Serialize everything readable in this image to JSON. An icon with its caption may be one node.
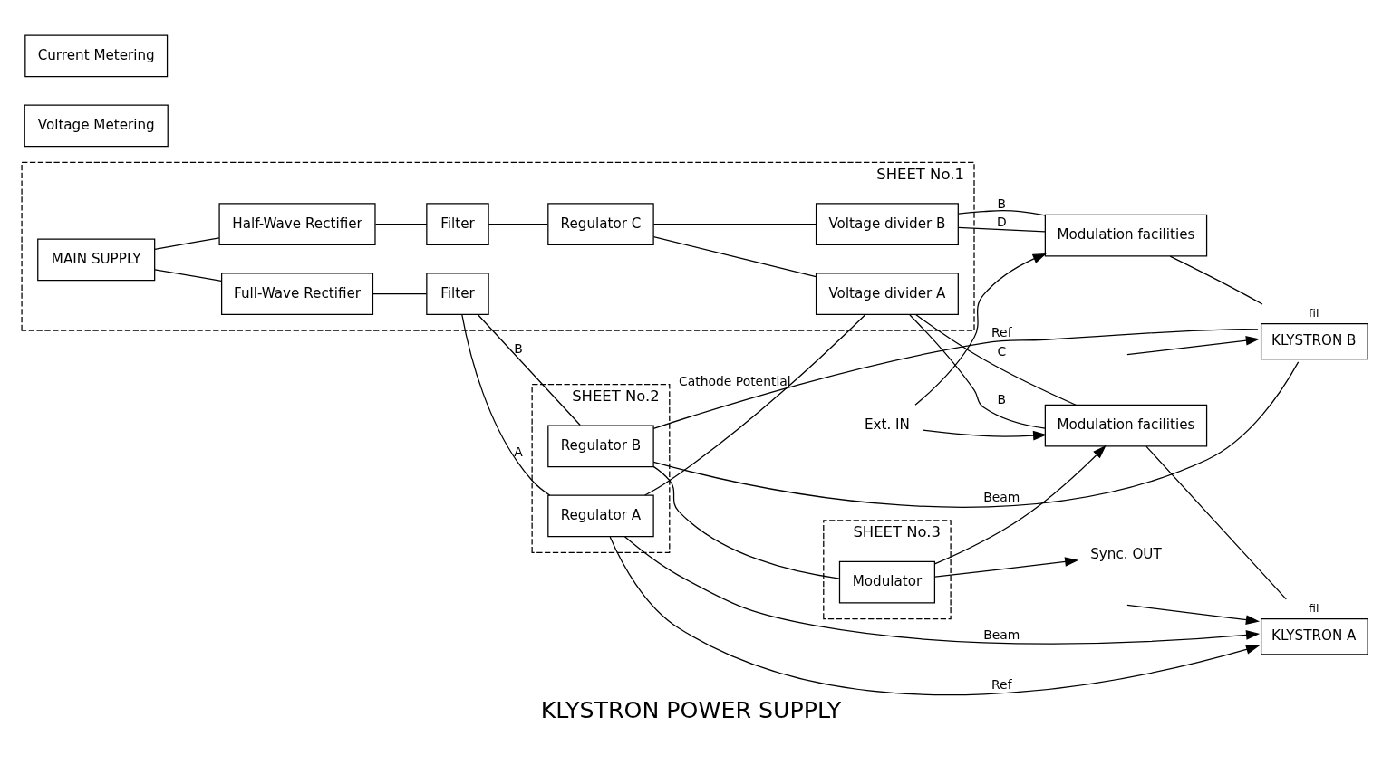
{
  "diagram": {
    "title": "KLYSTRON POWER SUPPLY",
    "nodes": [
      {
        "text": [
          "SHEET No.1"
        ]
      },
      {
        "text": [
          "MAIN SUPPLY"
        ],
        "in": 0
      },
      {
        "text": [
          "Full-Wave Rectifier"
        ],
        "in": 0
      },
      {
        "text": [
          "Filter"
        ],
        "in": 0
      },
      {
        "text": [
          "Half-Wave Rectifier"
        ],
        "in": 0
      },
      {
        "text": [
          "Filter"
        ],
        "in": 0
      },
      {
        "text": [
          "Regulator C"
        ],
        "in": 0
      },
      {
        "text": [
          "Voltage divider A"
        ],
        "in": 0
      },
      {
        "text": [
          "Voltage divider B"
        ],
        "in": 0
      },
      {
        "text": [
          "SHEET No.2"
        ]
      },
      {
        "text": [
          "Regulator A"
        ],
        "in": 9
      },
      {
        "text": [
          "Regulator B"
        ],
        "in": 9
      },
      {
        "text": [
          "SHEET No.3"
        ]
      },
      {
        "text": [
          "Modulator"
        ],
        "in": 12
      },
      {
        "text": [
          "Modulation facilities"
        ]
      },
      {
        "text": [
          "Modulation facilities"
        ]
      },
      {
        "text": [
          "KLYSTRON A"
        ],
        "beside": [
          "fil"
        ]
      },
      {
        "text": [
          "KLYSTRON B"
        ],
        "beside": [
          "fil"
        ]
      },
      {
        "text": [
          "Voltage Metering"
        ]
      },
      {
        "text": [
          "Current Metering"
        ]
      },
      {
        "text": [
          "Ext. IN"
        ]
      },
      {
        "text": [
          "Sync. OUT"
        ]
      }
    ],
    "edges": [
      {
        "from": 1,
        "to": 2,
        "arrow": "none"
      },
      {
        "from": 1,
        "to": 4,
        "arrow": "none"
      },
      {
        "from": 2,
        "to": 3,
        "arrow": "none"
      },
      {
        "from": 4,
        "to": 5,
        "arrow": "none"
      },
      {
        "from": 5,
        "to": 6,
        "arrow": "none"
      },
      {
        "from": 3,
        "to": 10,
        "label": "A",
        "arrow": "none"
      },
      {
        "from": 3,
        "to": 11,
        "label": "B",
        "arrow": "none"
      },
      {
        "from": 10,
        "to": 16,
        "label": "Beam",
        "arrow": "to"
      },
      {
        "from": 10,
        "to": 16,
        "label": "Ref",
        "arrow": "to"
      },
      {
        "from": 11,
        "to": 17,
        "label": "Beam",
        "arrow": "none"
      },
      {
        "from": 11,
        "to": 17,
        "label": "Ref",
        "arrow": "none"
      },
      {
        "from": 10,
        "to": 7,
        "label": "Cathode Potential",
        "arrow": "none"
      },
      {
        "from": 6,
        "to": 7,
        "arrow": "none"
      },
      {
        "from": 6,
        "to": 8,
        "arrow": "none"
      },
      {
        "from": 7,
        "to": 14,
        "label": "B",
        "arrow": "none"
      },
      {
        "from": 7,
        "to": 14,
        "label": "C",
        "arrow": "none"
      },
      {
        "from": 8,
        "to": 15,
        "label": "B",
        "arrow": "none"
      },
      {
        "from": 8,
        "to": 15,
        "label": "D",
        "arrow": "none"
      },
      {
        "from": 11,
        "to": 13,
        "arrow": "none"
      },
      {
        "from": 13,
        "to": 14,
        "arrow": "to"
      },
      {
        "from": 14,
        "to": 16,
        "arrow": "none"
      },
      {
        "from": 15,
        "to": 17,
        "arrow": "none"
      },
      {
        "from": 13,
        "to": 21,
        "arrow": "to"
      },
      {
        "from": 20,
        "to": 14,
        "arrow": "to"
      },
      {
        "from": 20,
        "to": 15,
        "arrow": "to"
      },
      {
        "from": null,
        "to": 16,
        "arrow": "to"
      },
      {
        "from": null,
        "to": 17,
        "arrow": "to"
      }
    ]
  }
}
